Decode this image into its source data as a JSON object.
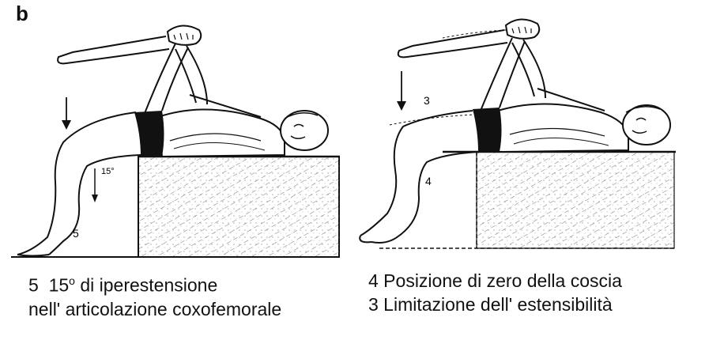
{
  "panel_label": "b",
  "left_figure": {
    "angle_label": "15°",
    "number_label": "5"
  },
  "right_figure": {
    "number_label_4": "4",
    "number_label_3": "3"
  },
  "captions": {
    "left_line1_number": "5",
    "left_line1_degree": "15",
    "left_line1_unit": "o",
    "left_line1_text": " di iperestensione",
    "left_line2": "nell' articolazione coxofemorale",
    "right_line1": "4 Posizione di zero della coscia",
    "right_line2": "3 Limitazione dell' estensibilità"
  }
}
